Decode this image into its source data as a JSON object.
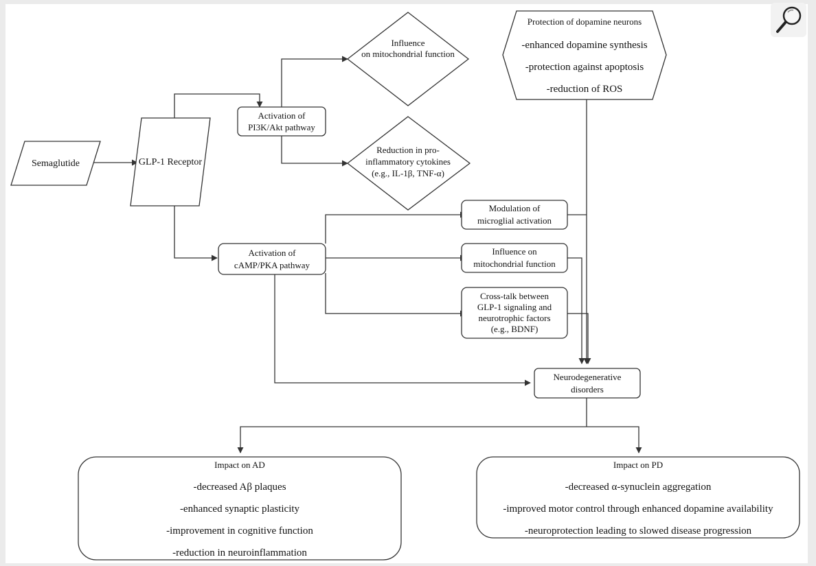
{
  "nodes": {
    "semaglutide": {
      "label": "Semaglutide"
    },
    "glp1_receptor": {
      "label": "GLP-1 Receptor"
    },
    "pi3k": {
      "lines": [
        "Activation of",
        "PI3K/Akt pathway"
      ]
    },
    "mito_diamond": {
      "lines": [
        "Influence",
        "on mitochondrial function"
      ]
    },
    "cytokines": {
      "lines": [
        "Reduction in pro-",
        "inflammatory cytokines",
        "(e.g., IL-1β, TNF-α)"
      ]
    },
    "dopamine": {
      "title": "Protection of dopamine neurons",
      "items": [
        "-enhanced dopamine synthesis",
        "-protection against apoptosis",
        "-reduction of ROS"
      ]
    },
    "camp": {
      "lines": [
        "Activation of",
        "cAMP/PKA pathway"
      ]
    },
    "microglial": {
      "lines": [
        "Modulation of",
        "microglial activation"
      ]
    },
    "mito_box": {
      "lines": [
        "Influence on",
        "mitochondrial function"
      ]
    },
    "crosstalk": {
      "lines": [
        "Cross-talk between",
        "GLP-1 signaling and",
        "neurotrophic factors",
        "(e.g., BDNF)"
      ]
    },
    "neuro": {
      "lines": [
        "Neurodegenerative",
        "disorders"
      ]
    },
    "ad": {
      "title": "Impact on AD",
      "items": [
        "-decreased Aβ plaques",
        "-enhanced synaptic plasticity",
        "-improvement in cognitive function",
        "-reduction in neuroinflammation"
      ]
    },
    "pd": {
      "title": "Impact on PD",
      "items": [
        "-decreased α-synuclein aggregation",
        "-improved motor control through enhanced dopamine availability",
        "-neuroprotection leading to slowed disease progression"
      ]
    }
  },
  "icons": {
    "zoom": "magnifier-icon"
  },
  "colors": {
    "stroke": "#333333",
    "background": "#ffffff",
    "frame": "#ebebeb"
  }
}
